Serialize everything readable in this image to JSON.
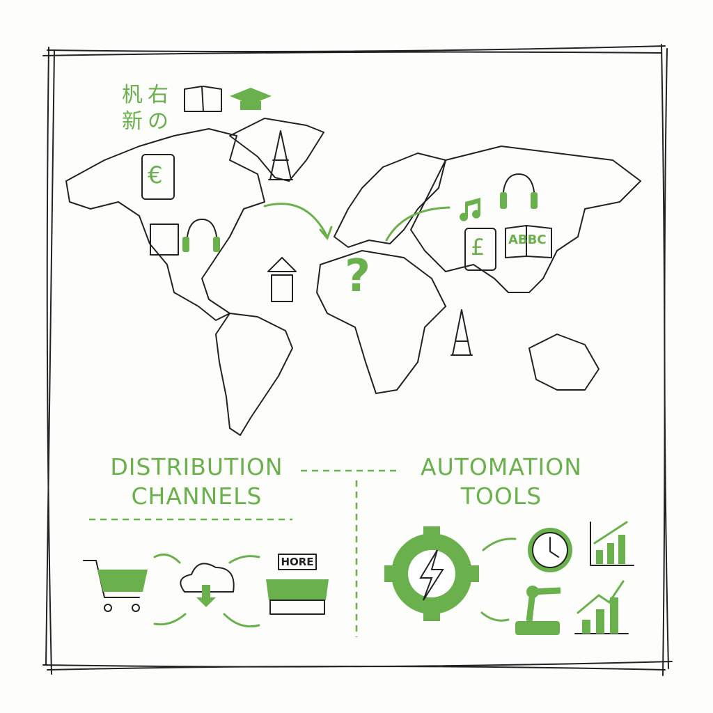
{
  "map_labels": {
    "kanji": [
      "杋",
      "右",
      "新",
      "の"
    ],
    "euro_symbol": "€",
    "pound_symbol": "£",
    "question_mark": "?",
    "book_text": "ABBC"
  },
  "sections": {
    "distribution": {
      "title_line1": "DISTRIBUTION",
      "title_line2": "CHANNELS",
      "store_sign": "HORE"
    },
    "automation": {
      "title_line1": "AUTOMATION",
      "title_line2": "TOOLS"
    }
  },
  "colors": {
    "accent": "#6ab04c",
    "ink": "#222222",
    "background": "#fdfdfc"
  },
  "icons": [
    "open-book-icon",
    "graduation-cap-icon",
    "eiffel-tower-icon",
    "tablet-euro-icon",
    "book-icon",
    "headphones-icon",
    "music-note-icon",
    "tablet-pound-icon",
    "pagoda-icon",
    "question-mark-icon",
    "shopping-cart-icon",
    "cloud-download-icon",
    "storefront-icon",
    "gear-lightning-icon",
    "clock-icon",
    "bar-chart-icon",
    "robot-arm-icon",
    "growth-chart-icon"
  ]
}
